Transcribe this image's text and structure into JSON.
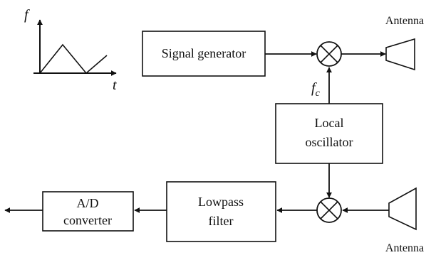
{
  "waveform": {
    "y_label": "f",
    "x_label": "t"
  },
  "blocks": {
    "signal_generator": "Signal generator",
    "local_oscillator_line1": "Local",
    "local_oscillator_line2": "oscillator",
    "lowpass_filter_line1": "Lowpass",
    "lowpass_filter_line2": "filter",
    "ad_converter_line1": "A/D",
    "ad_converter_line2": "converter"
  },
  "labels": {
    "tx_antenna": "Antenna",
    "rx_antenna": "Antenna",
    "carrier_freq_base": "f",
    "carrier_freq_sub": "c"
  },
  "colors": {
    "line": "#111111",
    "background": "#ffffff"
  }
}
